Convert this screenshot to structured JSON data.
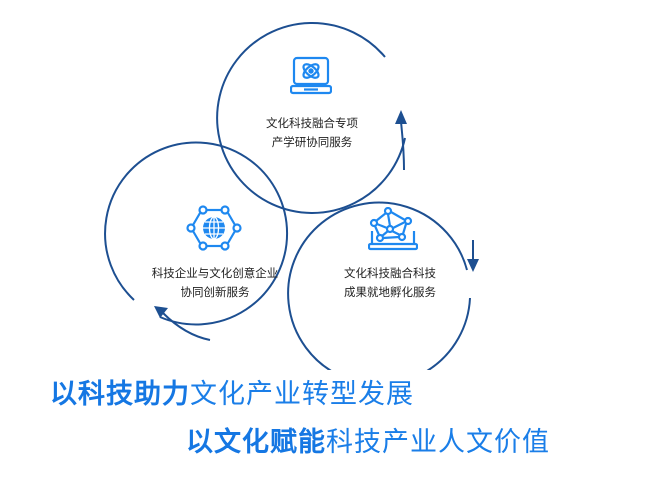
{
  "colors": {
    "ring": "#1d4f91",
    "icon": "#1e88f0",
    "slogan": "#1a7ee8",
    "text": "#222222",
    "background": "#ffffff"
  },
  "circles": [
    {
      "id": "top",
      "icon": "atom-laptop-icon",
      "lines": [
        "文化科技融合专项",
        "产学研协同服务"
      ]
    },
    {
      "id": "left",
      "icon": "globe-network-icon",
      "lines": [
        "科技企业与文化创意企业",
        "协同创新服务"
      ]
    },
    {
      "id": "right",
      "icon": "network-laptop-icon",
      "lines": [
        "文化科技融合科技",
        "成果就地孵化服务"
      ]
    }
  ],
  "slogans": [
    {
      "bold": "以科技助力",
      "normal": "文化产业转型发展"
    },
    {
      "bold": "以文化赋能",
      "normal": "科技产业人文价值"
    }
  ]
}
